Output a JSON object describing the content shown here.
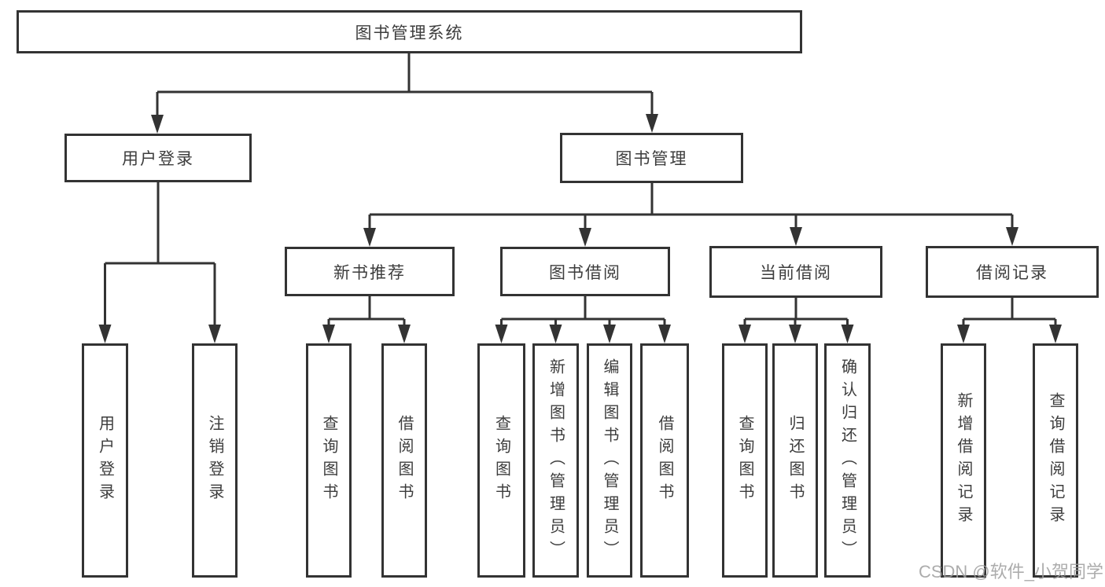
{
  "diagram": {
    "type": "hierarchy-tree",
    "root": {
      "label": "图书管理系统"
    },
    "level2": {
      "user_login": "用户登录",
      "book_mgmt": "图书管理"
    },
    "level3": {
      "new_book": "新书推荐",
      "book_borrow": "图书借阅",
      "current_borrow": "当前借阅",
      "borrow_record": "借阅记录"
    },
    "leaves": {
      "user_login": [
        "用户登录",
        "注销登录"
      ],
      "new_book": [
        "查询图书",
        "借阅图书"
      ],
      "book_borrow": [
        "查询图书",
        "新增图书（管理员）",
        "编辑图书（管理员）",
        "借阅图书"
      ],
      "current_borrow": [
        "查询图书",
        "归还图书",
        "确认归还（管理员）"
      ],
      "borrow_record": [
        "新增借阅记录",
        "查询借阅记录"
      ]
    }
  },
  "watermark": {
    "text": "CSDN @软件_小贺同学",
    "color": "#9e9e9e"
  },
  "colors": {
    "background": "#ffffff",
    "line": "#333333",
    "box_border": "#333333",
    "box_fill": "#ffffff",
    "text": "#3d3d3d"
  }
}
